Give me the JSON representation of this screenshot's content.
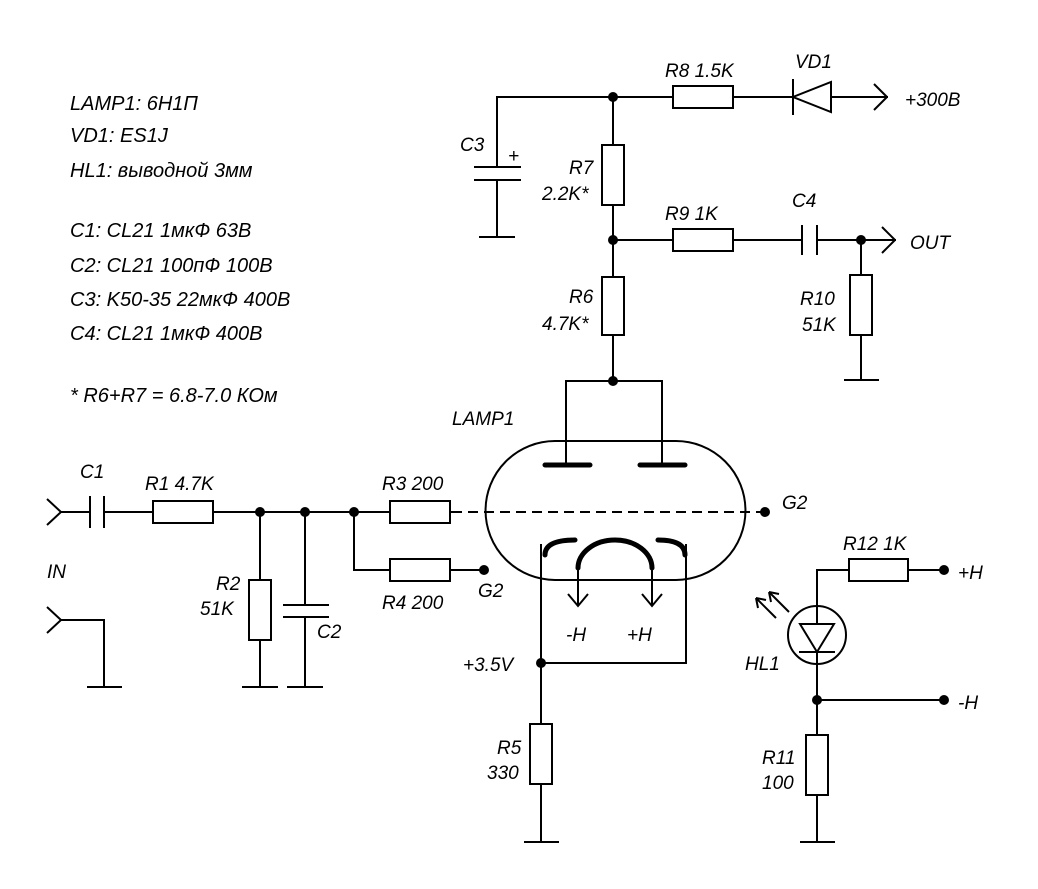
{
  "notes": [
    "LAMP1: 6Н1П",
    "VD1: ES1J",
    "HL1: выводной 3мм",
    "C1: CL21 1мкФ 63В",
    "C2: CL21 100пФ 100В",
    "C3: K50-35 22мкФ 400В",
    "C4: CL21 1мкФ 400В",
    "* R6+R7 = 6.8-7.0 КОм"
  ],
  "labels": {
    "r8": "R8 1.5K",
    "vd1": "VD1",
    "plus300": "+300В",
    "c3": "C3",
    "c3_plus": "+",
    "r7": "R7",
    "r7_val": "2.2K*",
    "r9": "R9 1K",
    "c4": "C4",
    "out": "OUT",
    "r6": "R6",
    "r6_val": "4.7K*",
    "r10": "R10",
    "r10_val": "51K",
    "lamp1": "LAMP1",
    "c1": "C1",
    "r1": "R1 4.7K",
    "r3": "R3 200",
    "g2_right": "G2",
    "r12": "R12 1K",
    "plus_h_right": "+H",
    "in": "IN",
    "r2": "R2",
    "r2_val": "51K",
    "c2": "C2",
    "r4": "R4 200",
    "g2_mid": "G2",
    "minus_h_tube": "-H",
    "plus_h_tube": "+H",
    "plus35": "+3.5V",
    "hl1": "HL1",
    "minus_h_right": "-H",
    "r5": "R5",
    "r5_val": "330",
    "r11": "R11",
    "r11_val": "100"
  }
}
